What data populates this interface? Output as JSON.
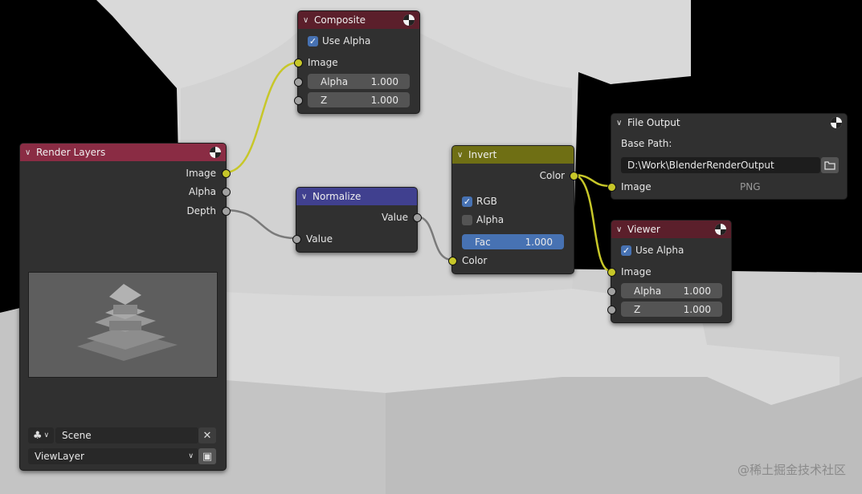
{
  "colors": {
    "render_layers_header": "#8a2c44",
    "composite_header": "#5b1f2b",
    "normalize_header": "#40408f",
    "invert_header": "#6f6f14",
    "file_output_header": "#303030",
    "viewer_header": "#5b1f2b",
    "link": "#c7c729",
    "link_gray": "#6e6e6e"
  },
  "nodes": {
    "render_layers": {
      "title": "Render Layers",
      "outputs": [
        "Image",
        "Alpha",
        "Depth"
      ],
      "scene": "Scene",
      "view_layer": "ViewLayer"
    },
    "composite": {
      "title": "Composite",
      "use_alpha_label": "Use Alpha",
      "input_image": "Image",
      "alpha_label": "Alpha",
      "alpha_value": "1.000",
      "z_label": "Z",
      "z_value": "1.000"
    },
    "normalize": {
      "title": "Normalize",
      "output_value": "Value",
      "input_value": "Value"
    },
    "invert": {
      "title": "Invert",
      "output_color": "Color",
      "rgb_label": "RGB",
      "alpha_label": "Alpha",
      "fac_label": "Fac",
      "fac_value": "1.000",
      "input_color": "Color"
    },
    "file_output": {
      "title": "File Output",
      "base_path_label": "Base Path:",
      "base_path_value": "D:\\Work\\BlenderRenderOutput",
      "input_image": "Image",
      "format": "PNG"
    },
    "viewer": {
      "title": "Viewer",
      "use_alpha_label": "Use Alpha",
      "input_image": "Image",
      "alpha_label": "Alpha",
      "alpha_value": "1.000",
      "z_label": "Z",
      "z_value": "1.000"
    }
  },
  "watermark": "@稀土掘金技术社区"
}
